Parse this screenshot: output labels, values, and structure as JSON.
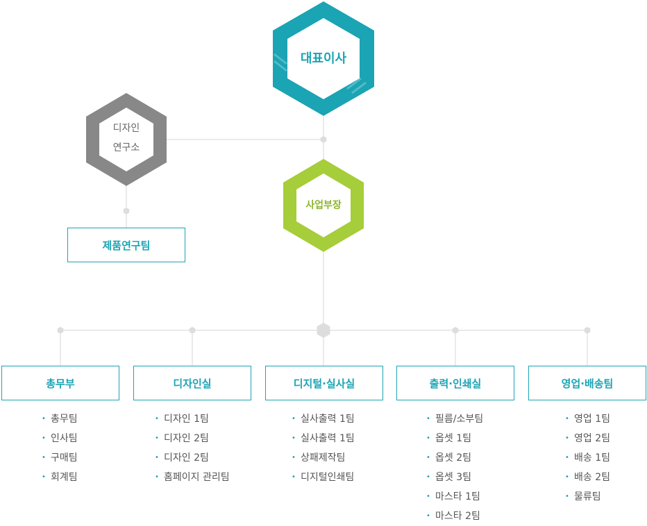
{
  "colors": {
    "teal": "#1aa4b4",
    "green": "#a6cd3a",
    "gray": "#888888",
    "line": "#dddddd"
  },
  "ceo": {
    "label": "대표이사"
  },
  "design_lab": {
    "line1": "디자인",
    "line2": "연구소"
  },
  "product_research_team": {
    "label": "제품연구팀"
  },
  "business_head": {
    "label": "사업부장"
  },
  "departments": [
    {
      "label": "총무부",
      "teams": [
        "총무팀",
        "인사팀",
        "구매팀",
        "회계팀"
      ]
    },
    {
      "label": "디자인실",
      "teams": [
        "디자인 1팀",
        "디자인 2팀",
        "디자인 2팀",
        "홈페이지 관리팀"
      ]
    },
    {
      "label": "디지털·실사실",
      "teams": [
        "실사출력 1팀",
        "실사출력 1팀",
        "상패제작팀",
        "디지털인쇄팀"
      ]
    },
    {
      "label": "출력·인쇄실",
      "teams": [
        "필름/소부팀",
        "옵셋 1팀",
        "옵셋 2팀",
        "옵셋 3팀",
        "마스타 1팀",
        "마스타 2팀"
      ]
    },
    {
      "label": "영업·배송팀",
      "teams": [
        "영업 1팀",
        "영업 2팀",
        "배송 1팀",
        "배송 2팀",
        "물류팀"
      ]
    }
  ]
}
